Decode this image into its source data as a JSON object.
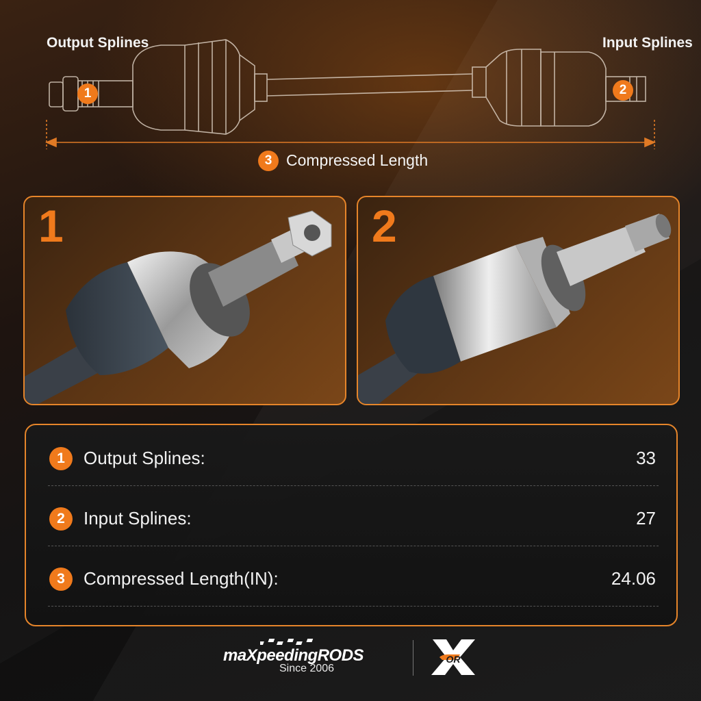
{
  "diagram": {
    "output_label": "Output Splines",
    "input_label": "Input Splines",
    "badge_1": "1",
    "badge_2": "2",
    "badge_3": "3",
    "compressed_label": "Compressed Length"
  },
  "panels": [
    {
      "number": "1"
    },
    {
      "number": "2"
    }
  ],
  "specs": [
    {
      "badge": "1",
      "label": "Output Splines:",
      "value": "33"
    },
    {
      "badge": "2",
      "label": "Input Splines:",
      "value": "27"
    },
    {
      "badge": "3",
      "label": "Compressed Length(IN):",
      "value": "24.06"
    }
  ],
  "brand": {
    "name": "maXpeedingRODS",
    "since": "Since 2006",
    "logo_mark": "OR"
  },
  "colors": {
    "accent": "#f07a1c",
    "background": "#181818"
  }
}
